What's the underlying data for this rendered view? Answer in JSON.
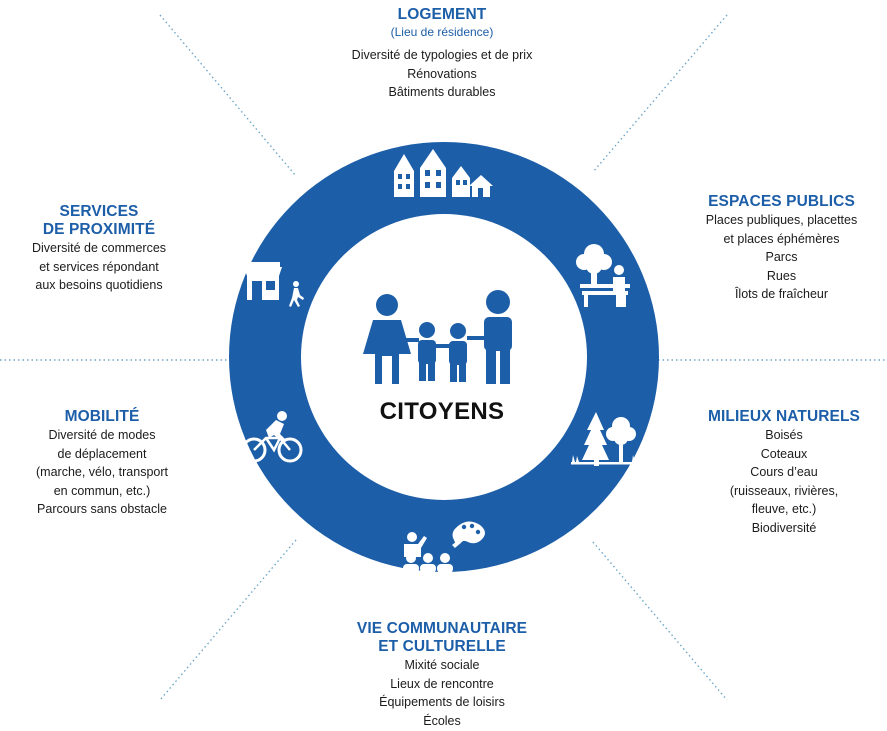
{
  "colors": {
    "ring": "#1d5ea8",
    "accent": "#1d5ea8",
    "text": "#1b1b1b",
    "connector": "#6fa6c9",
    "inner": "#ffffff"
  },
  "center": {
    "label": "CITOYENS",
    "icon": "family-icon"
  },
  "sections": {
    "logement": {
      "title": "LOGEMENT",
      "subtitle": "(Lieu de résidence)",
      "lines": [
        "Diversité de typologies et de prix",
        "Rénovations",
        "Bâtiments durables"
      ],
      "icon": "houses-icon"
    },
    "espaces_publics": {
      "title": "ESPACES PUBLICS",
      "lines": [
        "Places publiques, placettes",
        "et places éphémères",
        "Parcs",
        "Rues",
        "Îlots de fraîcheur"
      ],
      "icon": "park-bench-icon"
    },
    "milieux_naturels": {
      "title": "MILIEUX NATURELS",
      "lines": [
        "Boisés",
        "Coteaux",
        "Cours d’eau",
        "(ruisseaux, rivières,",
        "fleuve, etc.)",
        "Biodiversité"
      ],
      "icon": "trees-icon"
    },
    "vie_communautaire": {
      "title_lines": [
        "VIE COMMUNAUTAIRE",
        "ET CULTURELLE"
      ],
      "lines": [
        "Mixité sociale",
        "Lieux de rencontre",
        "Équipements de loisirs",
        "Écoles"
      ],
      "icon": "community-culture-icon"
    },
    "mobilite": {
      "title": "MOBILITÉ",
      "lines": [
        "Diversité de modes",
        "de déplacement",
        "(marche, vélo, transport",
        "en commun, etc.)",
        "Parcours sans obstacle"
      ],
      "icon": "cyclist-icon"
    },
    "services": {
      "title_lines": [
        "SERVICES",
        "DE PROXIMITÉ"
      ],
      "lines": [
        "Diversité de commerces",
        "et services répondant",
        "aux besoins quotidiens"
      ],
      "icon": "shop-pedestrian-icon"
    }
  }
}
